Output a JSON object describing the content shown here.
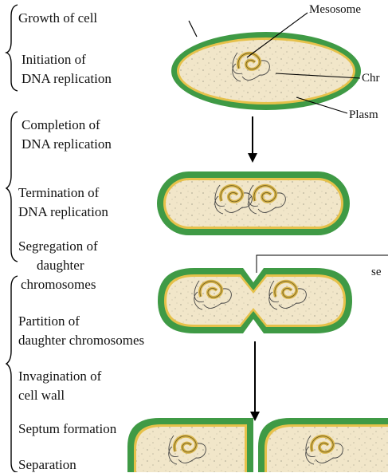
{
  "stage_labels": {
    "growth": "Growth of cell",
    "initiation_l1": "Initiation of",
    "initiation_l2": "DNA replication",
    "completion_l1": "Completion of",
    "completion_l2": "DNA replication",
    "termination_l1": "Termination of",
    "termination_l2": "DNA replication",
    "segregation_l1": "Segregation of",
    "segregation_l2": "daughter",
    "segregation_l3": "chromosomes",
    "partition_l1": "Partition of",
    "partition_l2": "daughter chromosomes",
    "invagination_l1": "Invagination of",
    "invagination_l2": "cell wall",
    "septum_formation": "Septum formation",
    "separation": "Separation"
  },
  "part_labels": {
    "mesosome": "Mesosome",
    "chromosome_cut": "Chr",
    "plasma_cut": "Plasm",
    "septum_cut": "se"
  },
  "colors": {
    "cell_wall": "#3f9a45",
    "membrane": "#e6c14a",
    "cytoplasm": "#f1e6c9",
    "dna": "#d9b54a",
    "line": "#000000"
  }
}
